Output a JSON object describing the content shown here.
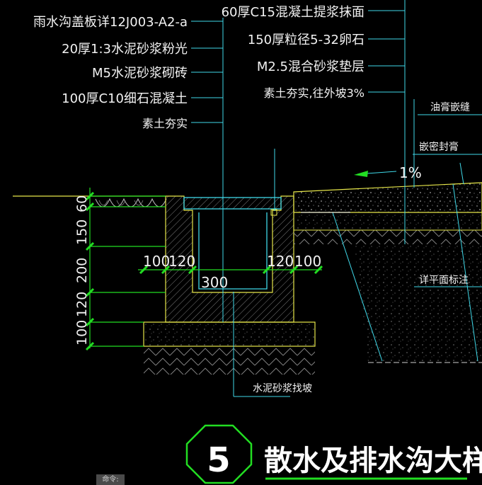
{
  "left_labels": [
    "雨水沟盖板详12J003-A2-a",
    "20厚1:3水泥砂浆粉光",
    "M5水泥砂浆砌砖",
    "100厚C10细石混凝土",
    "素土夯实"
  ],
  "right_labels": [
    "60厚C15混凝土提浆抹面",
    "150厚粒径5-32卵石",
    "M2.5混合砂浆垫层",
    "素土夯实,往外坡3%"
  ],
  "side_labels": {
    "asphalt_joint": "油膏嵌缝",
    "sealant": "嵌密封膏",
    "slope": "1%",
    "elevation": "详平面标注",
    "bottom": "水泥砂浆找坡"
  },
  "dimensions": {
    "vertical": [
      "60",
      "150",
      "200",
      "120",
      "100"
    ],
    "horizontal_left": [
      "100",
      "120"
    ],
    "horizontal_right": [
      "120",
      "100"
    ],
    "channel_width": "300"
  },
  "title": {
    "number": "5",
    "text": "散水及排水沟大样"
  },
  "command": "命令:"
}
